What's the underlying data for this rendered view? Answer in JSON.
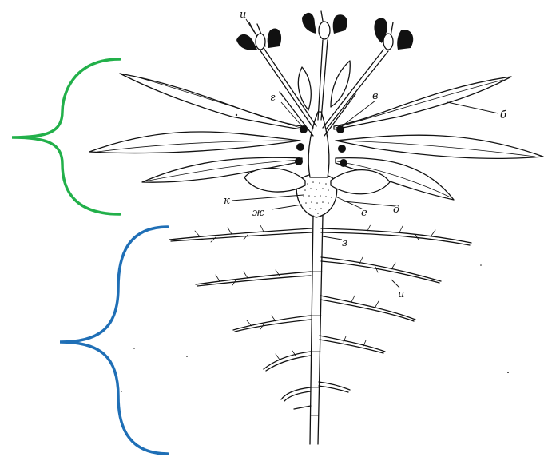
{
  "diagram": {
    "labels": {
      "a": "и",
      "b": "б",
      "v": "в",
      "g": "г",
      "d": "д",
      "e": "е",
      "zh": "ж",
      "z": "з",
      "i": "и",
      "k": "к"
    },
    "colors": {
      "upper_bracket": "#22b04a",
      "lower_bracket": "#1f6fb6",
      "ink": "#111111"
    }
  }
}
